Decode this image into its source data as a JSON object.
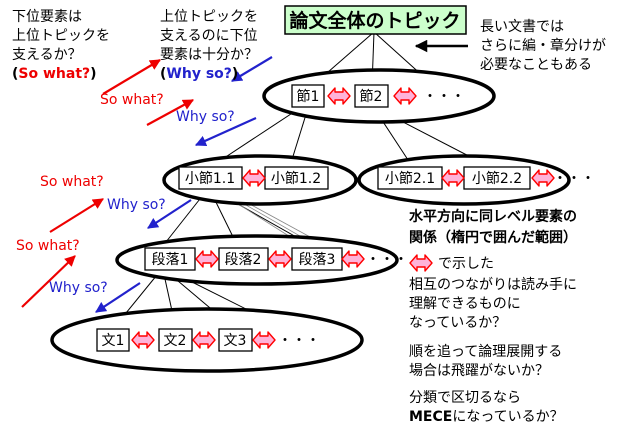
{
  "root": {
    "label": "論文全体のトピック",
    "bg_color": "#ccffcc"
  },
  "top_left_note": {
    "lines": [
      "下位要素は",
      "上位トピックを",
      "支えるか？"
    ],
    "open": "(",
    "emphasis": "So what?",
    "close": ")",
    "emphasis_color": "#ee0000"
  },
  "top_mid_note": {
    "lines": [
      "上位トピックを",
      "支えるのに下位",
      "要素は十分か？"
    ],
    "open": "(",
    "emphasis": "Why so?",
    "close": ")",
    "emphasis_color": "#2222cc"
  },
  "top_right_note": [
    "長い文書では",
    "さらに編・章分けが",
    "必要なこともある"
  ],
  "level1": {
    "items": [
      "節1",
      "節2"
    ],
    "ellipsis": "・・・"
  },
  "level2": {
    "left": [
      "小節1.1",
      "小節1.2"
    ],
    "right": [
      "小節2.1",
      "小節2.2"
    ],
    "ellipsis": "・・・"
  },
  "level3": {
    "items": [
      "段落1",
      "段落2",
      "段落3"
    ],
    "ellipsis": "・・・"
  },
  "level4": {
    "items": [
      "文1",
      "文2",
      "文3"
    ],
    "ellipsis": "・・・"
  },
  "arrow_labels": {
    "so_what": "So what?",
    "why_so": "Why so?",
    "so_what_color": "#ee0000",
    "why_so_color": "#2222cc"
  },
  "legend": {
    "heading_lines": [
      "水平方向に同レベル要素の",
      "関係（楕円で囲んだ範囲）"
    ],
    "symbol_suffix": "で示した",
    "body_lines": [
      "相互のつながりは読み手に",
      "理解できるものに",
      "なっているか？"
    ],
    "order_lines": [
      "順を追って論理展開する",
      "場合は飛躍がないか？"
    ],
    "mece_line1": "分類で区切るなら",
    "mece_bold": "MECE",
    "mece_rest": "になっているか？"
  },
  "colors": {
    "link_arrow_fill": "#ffb3d9",
    "link_arrow_stroke": "#ff0000"
  }
}
